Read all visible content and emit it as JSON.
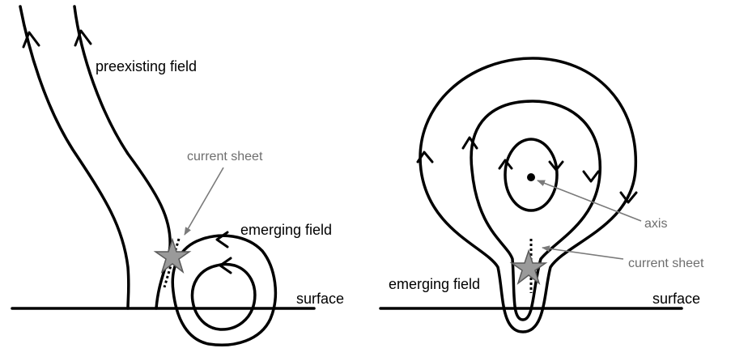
{
  "left_panel": {
    "preexisting_field": "preexisting field",
    "current_sheet": "current sheet",
    "emerging_field": "emerging field",
    "surface": "surface"
  },
  "right_panel": {
    "axis": "axis",
    "current_sheet": "current sheet",
    "emerging_field": "emerging field",
    "surface": "surface"
  },
  "colors": {
    "field_lines": "#000000",
    "annotation_text": "#6e6e6e",
    "star_fill": "#9a9a9a"
  }
}
